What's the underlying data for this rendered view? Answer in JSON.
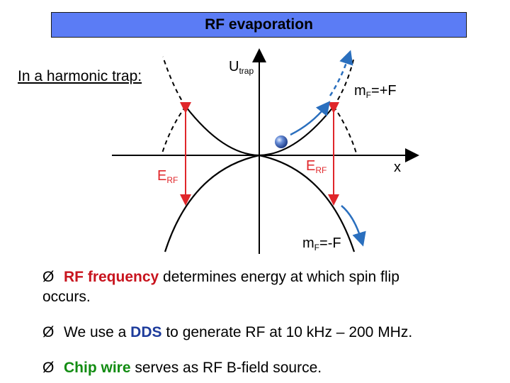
{
  "title": "RF evaporation",
  "subtitle": "In a harmonic trap:",
  "diagram": {
    "y_axis_label": "U",
    "y_axis_sub": "trap",
    "x_axis_label": "x",
    "upper_label": "m",
    "upper_label_sub": "F",
    "upper_label_tail": "=+F",
    "lower_label": "m",
    "lower_label_sub": "F",
    "lower_label_tail": "=-F",
    "erf_label": "E",
    "erf_sub": "RF",
    "colors": {
      "arrow_red": "#e0262a",
      "arrow_blue": "#2a6fbe",
      "curve": "#000000"
    }
  },
  "bullets": [
    {
      "marker": "Ø",
      "highlight": "RF frequency",
      "text": " determines energy at which spin flip",
      "text2": "occurs."
    },
    {
      "marker": "Ø",
      "pre": "We use a ",
      "highlight": "DDS",
      "text": " to generate RF at 10 kHz – 200 MHz."
    },
    {
      "marker": "Ø",
      "highlight": "Chip wire",
      "text": " serves as RF B-field source."
    }
  ]
}
